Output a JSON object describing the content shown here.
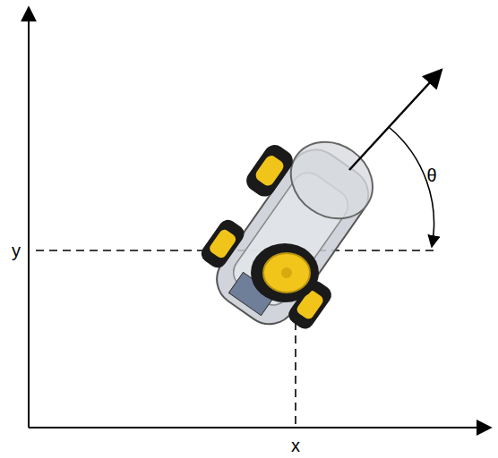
{
  "diagram": {
    "labels": [
      "y",
      "θ",
      "x"
    ]
  }
}
